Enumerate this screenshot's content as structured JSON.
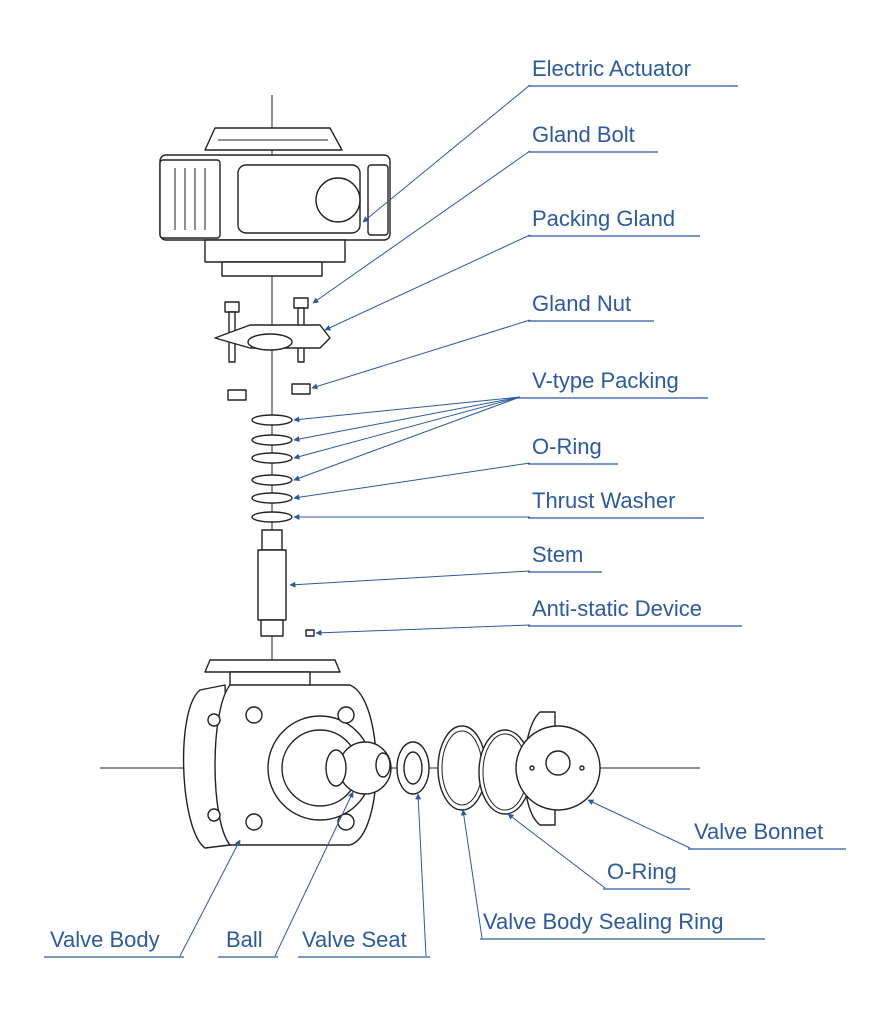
{
  "labels": {
    "electric_actuator": "Electric Actuator",
    "gland_bolt": "Gland Bolt",
    "packing_gland": "Packing Gland",
    "gland_nut": "Gland Nut",
    "v_type_packing": "V-type Packing",
    "o_ring_top": "O-Ring",
    "thrust_washer": "Thrust Washer",
    "stem": "Stem",
    "anti_static_device": "Anti-static Device",
    "valve_bonnet": "Valve Bonnet",
    "o_ring_side": "O-Ring",
    "valve_body_sealing_ring": "Valve Body Sealing Ring",
    "valve_body": "Valve Body",
    "ball": "Ball",
    "valve_seat": "Valve Seat"
  },
  "colors": {
    "label": "#2c5aa0",
    "line": "#222222",
    "background": "#ffffff"
  }
}
